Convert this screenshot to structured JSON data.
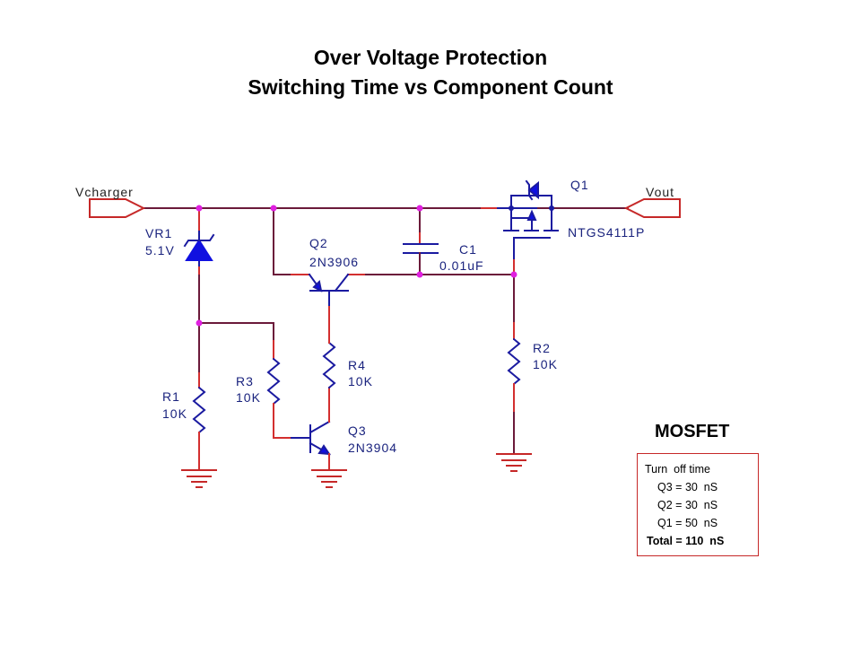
{
  "title": {
    "line1": "Over Voltage Protection",
    "line2": "Switching Time vs Component Count"
  },
  "colors": {
    "wire": "#6b1a3a",
    "wire_stub": "#d32f2f",
    "component": "#1a1aa0",
    "junction": "#e020e0",
    "label": "#1a237e",
    "box_border": "#c62828"
  },
  "ports": {
    "input": "Vcharger",
    "output": "Vout"
  },
  "components": {
    "VR1": {
      "ref": "VR1",
      "value": "5.1V",
      "type": "zener-diode"
    },
    "Q1": {
      "ref": "Q1",
      "value": "NTGS4111P",
      "type": "p-channel-mosfet"
    },
    "Q2": {
      "ref": "Q2",
      "value": "2N3906",
      "type": "pnp-transistor"
    },
    "Q3": {
      "ref": "Q3",
      "value": "2N3904",
      "type": "npn-transistor"
    },
    "C1": {
      "ref": "C1",
      "value": "0.01uF",
      "type": "capacitor"
    },
    "R1": {
      "ref": "R1",
      "value": "10K",
      "type": "resistor"
    },
    "R2": {
      "ref": "R2",
      "value": "10K",
      "type": "resistor"
    },
    "R3": {
      "ref": "R3",
      "value": "10K",
      "type": "resistor"
    },
    "R4": {
      "ref": "R4",
      "value": "10K",
      "type": "resistor"
    }
  },
  "mosfet_panel": {
    "heading": "MOSFET",
    "caption": "Turn  off time",
    "rows": [
      {
        "label": "Q3",
        "value": "= 30  nS"
      },
      {
        "label": "Q2",
        "value": "= 30  nS"
      },
      {
        "label": "Q1",
        "value": "= 50  nS"
      }
    ],
    "total_label": "Total",
    "total_value": "= 110  nS"
  }
}
